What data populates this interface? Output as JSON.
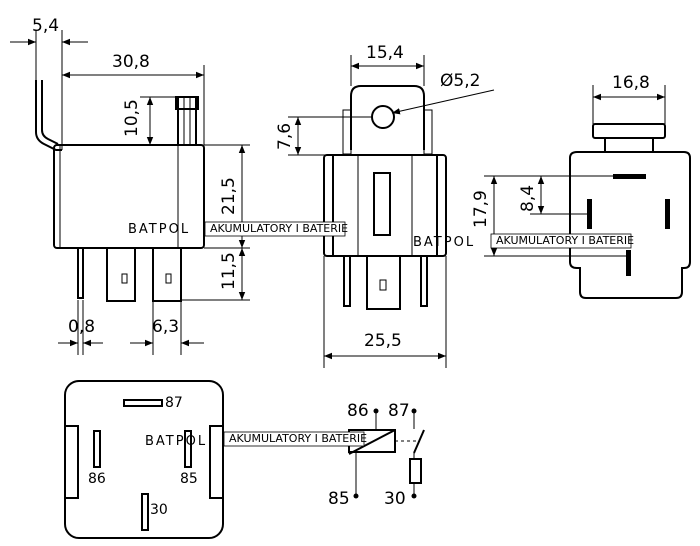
{
  "dimensions": {
    "d_5_4": "5,4",
    "d_30_8": "30,8",
    "d_10_5": "10,5",
    "d_21_5": "21,5",
    "d_11_5": "11,5",
    "d_0_8": "0,8",
    "d_6_3": "6,3",
    "d_15_4": "15,4",
    "d_dia_5_2": "Ø5,2",
    "d_7_6": "7,6",
    "d_25_5": "25,5",
    "d_16_8": "16,8",
    "d_8_4": "8,4",
    "d_17_9": "17,9"
  },
  "pins": {
    "p87": "87",
    "p86": "86",
    "p85": "85",
    "p30": "30"
  },
  "schematic": {
    "s86": "86",
    "s87": "87",
    "s85": "85",
    "s30": "30"
  },
  "watermark": {
    "brand": "BATPOL",
    "tagline": "AKUMULATORY I BATERIE"
  }
}
